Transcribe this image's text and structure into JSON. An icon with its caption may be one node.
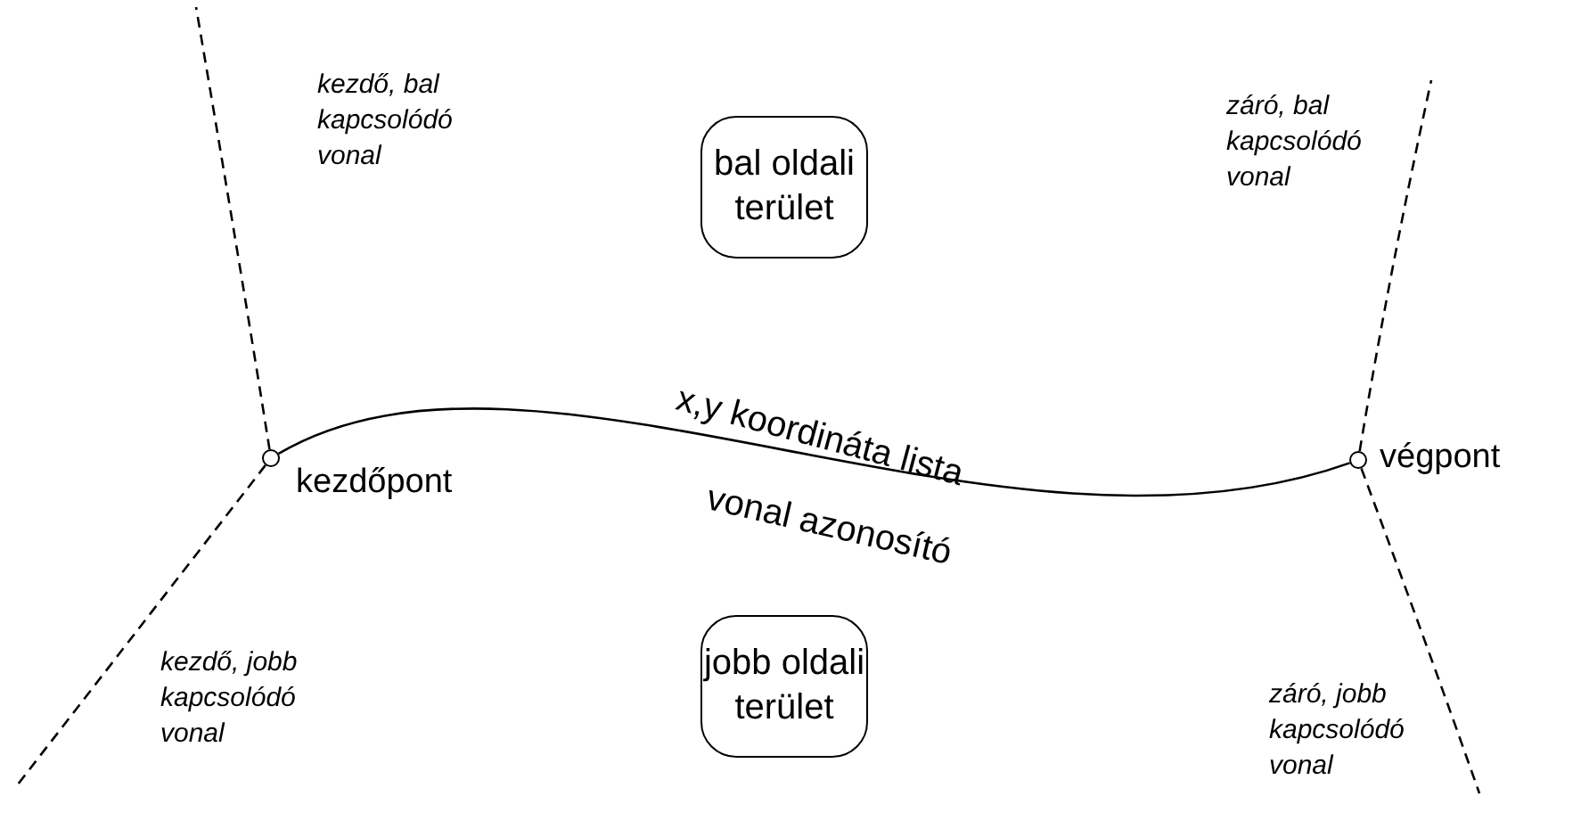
{
  "diagram": {
    "nodes": [
      {
        "text": [],
        "shape": "circle",
        "beside": [
          "kezdőpont"
        ]
      },
      {
        "text": [],
        "shape": "circle",
        "beside": [
          "végpont"
        ]
      },
      {
        "text": [
          "bal oldali terület"
        ]
      },
      {
        "text": [
          "jobb oldali terület"
        ]
      }
    ],
    "edges": [
      {
        "from": 0,
        "to": 1,
        "arrow": "none",
        "label": "x,y koordináta lista"
      },
      {
        "from": 0,
        "to": null,
        "arrow": "none",
        "style": "dashed",
        "label": "kezdő, bal kapcsolódó vonal"
      },
      {
        "from": 0,
        "to": null,
        "arrow": "none",
        "style": "dashed",
        "label": "kezdő, jobb kapcsolódó vonal"
      },
      {
        "from": 1,
        "to": null,
        "arrow": "none",
        "style": "dashed",
        "label": "záró, bal kapcsolódó vonal"
      },
      {
        "from": 1,
        "to": null,
        "arrow": "none",
        "style": "dashed",
        "label": "záró, jobb kapcsolódó vonal"
      }
    ],
    "labels": [
      "vonal azonosító"
    ]
  }
}
